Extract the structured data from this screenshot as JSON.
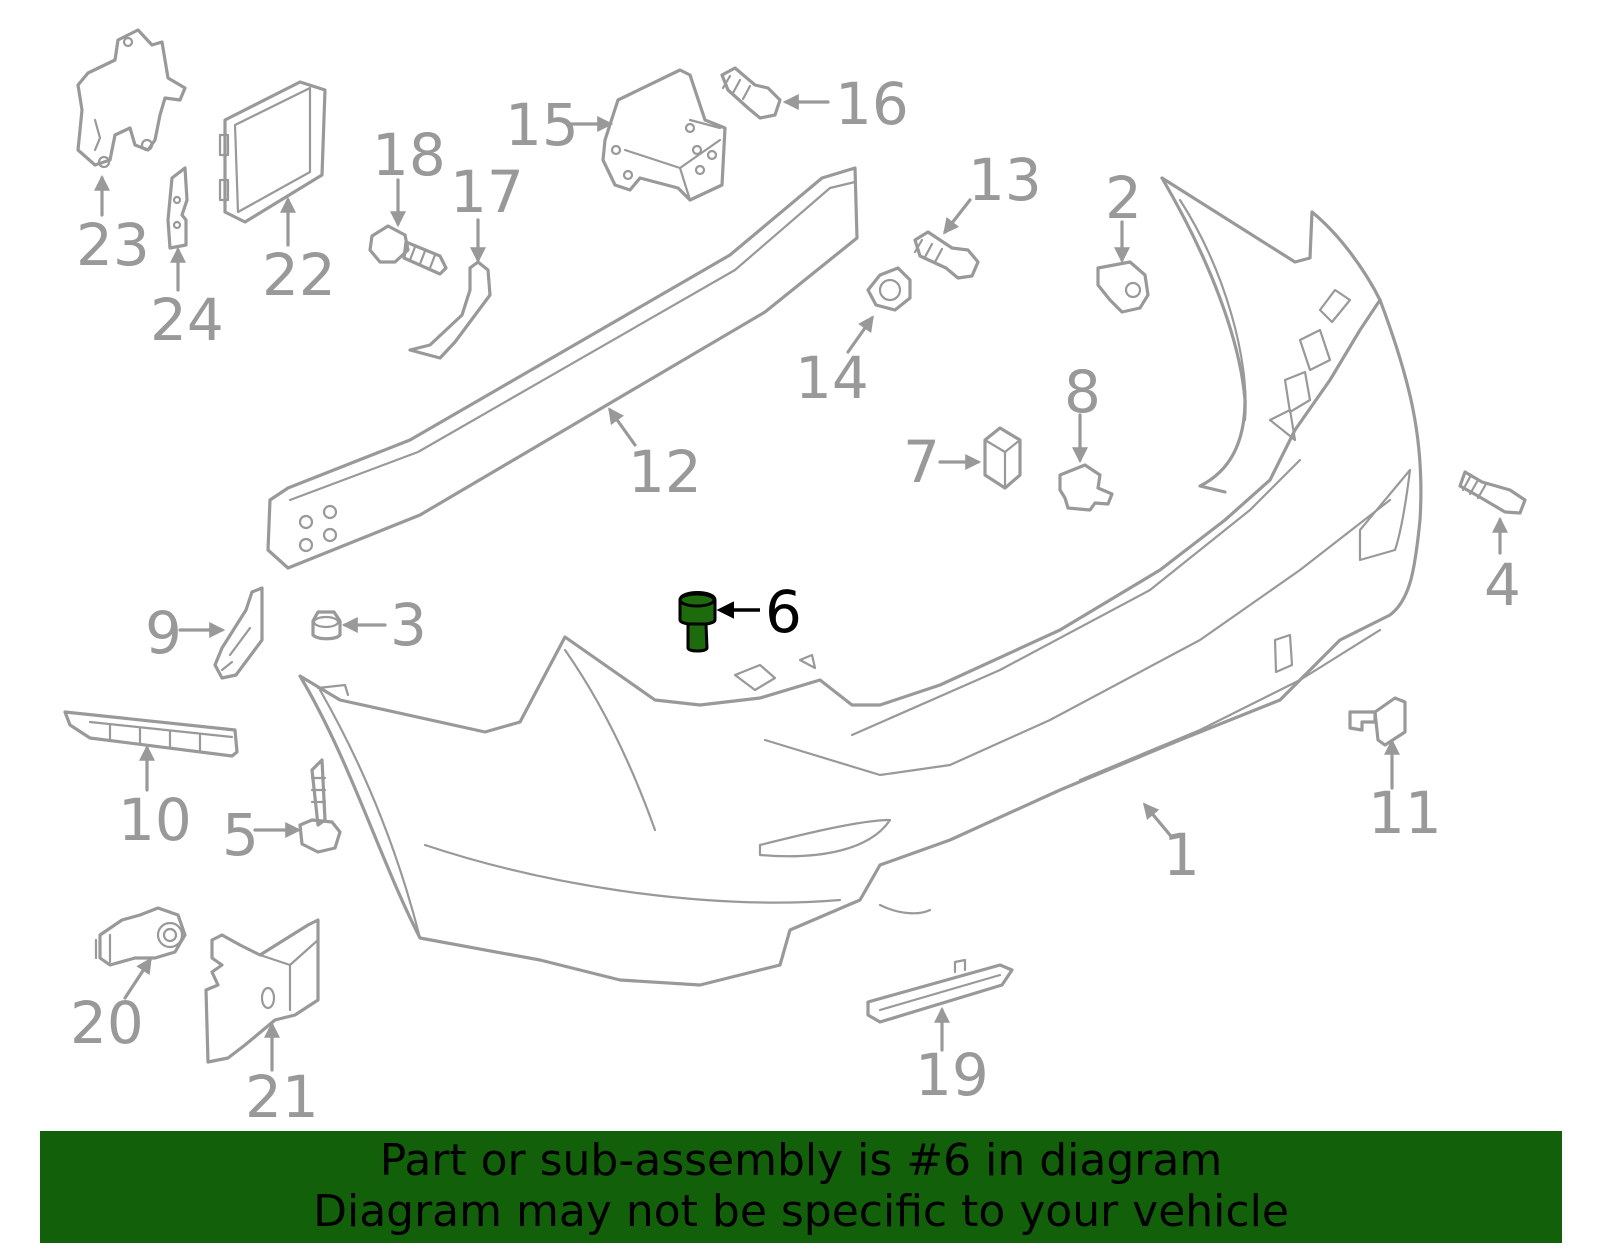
{
  "diagram": {
    "highlighted_part": "6",
    "highlight_color": "#1e6b0e",
    "line_color": "#999999",
    "callouts": [
      "1",
      "2",
      "3",
      "4",
      "5",
      "6",
      "7",
      "8",
      "9",
      "10",
      "11",
      "12",
      "13",
      "14",
      "15",
      "16",
      "17",
      "18",
      "19",
      "20",
      "21",
      "22",
      "23",
      "24"
    ]
  },
  "banner": {
    "background": "#12600a",
    "line1": "Part or sub-assembly is #6 in diagram",
    "line2": "Diagram may not be specific to your vehicle"
  }
}
